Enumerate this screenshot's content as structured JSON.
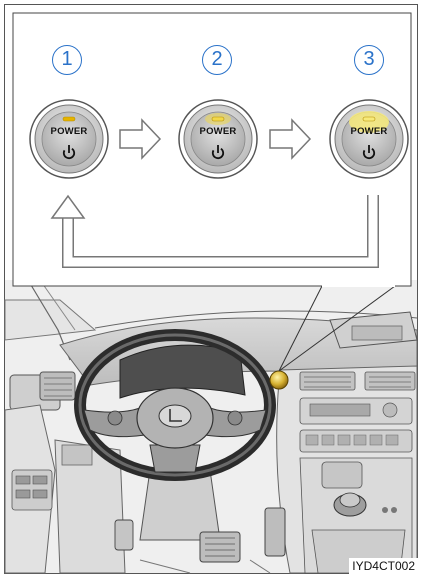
{
  "steps": [
    {
      "number": "1",
      "label": "POWER",
      "indicator": "off"
    },
    {
      "number": "2",
      "label": "POWER",
      "indicator": "dim"
    },
    {
      "number": "3",
      "label": "POWER",
      "indicator": "bright"
    }
  ],
  "figure_code": "IYD4CT002",
  "colors": {
    "step_number": "#2a72c9",
    "indicator_off": "#e6b400",
    "indicator_dim": "#f1d84a",
    "indicator_bright": "#f7ea7a",
    "power_button_highlight": "#c9a63a"
  },
  "icons": {
    "power": "power-symbol-icon",
    "arrow": "right-arrow-icon"
  }
}
